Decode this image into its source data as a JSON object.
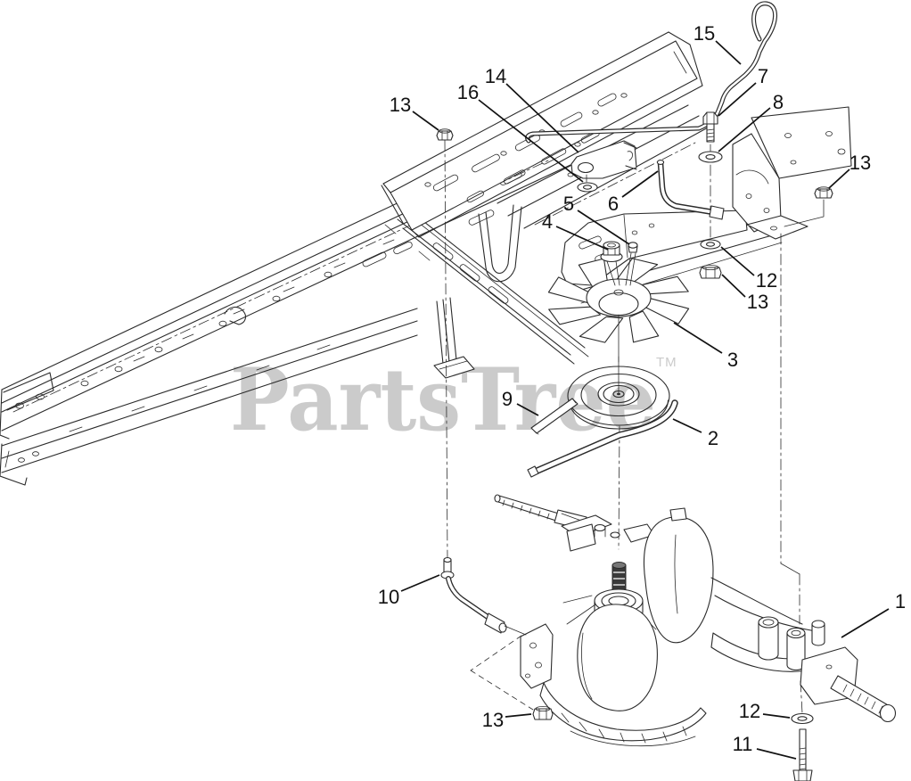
{
  "page": {
    "kind": "exploded-parts-diagram"
  },
  "watermark": {
    "text": "PartsTree",
    "trademark": "TM",
    "color": "#cbcbcb"
  },
  "diagram": {
    "line_color": "#2b2b2b",
    "background": "#ffffff"
  },
  "callouts": [
    {
      "label": "13"
    },
    {
      "label": "16"
    },
    {
      "label": "14"
    },
    {
      "label": "15"
    },
    {
      "label": "7"
    },
    {
      "label": "8"
    },
    {
      "label": "13"
    },
    {
      "label": "6"
    },
    {
      "label": "5"
    },
    {
      "label": "4"
    },
    {
      "label": "12"
    },
    {
      "label": "13"
    },
    {
      "label": "3"
    },
    {
      "label": "9"
    },
    {
      "label": "2"
    },
    {
      "label": "10"
    },
    {
      "label": "1"
    },
    {
      "label": "13"
    },
    {
      "label": "12"
    },
    {
      "label": "11"
    }
  ]
}
